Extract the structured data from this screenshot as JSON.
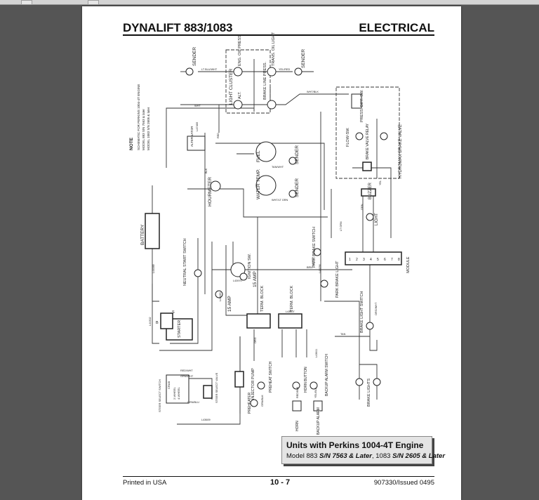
{
  "viewer": {
    "background_color": "#555555",
    "toolbar_color": "#d4d4d4"
  },
  "page": {
    "header": {
      "title": "DYNALIFT 883/1083",
      "section": "ELECTRICAL"
    },
    "schematic": {
      "note_label": "NOTE",
      "note_lines": [
        "SCHEMATIC FOR PERKINS 1004-4T ENGINE",
        "MODEL 883 S/N 7563 & later",
        "MODEL 1083 S/N 2605 & later"
      ],
      "components": {
        "light_cluster": "LIGHT CLUSTER",
        "eng_oil_press": "ENG. OIL PRESS.",
        "trans_oil_light": "TRANS. OIL LIGHT",
        "alt": "ALT.",
        "brake_line_press": "BRAKE LINE PRESS.",
        "sender_1": "SENDER",
        "sender_2": "SENDER",
        "sender_3": "SENDER",
        "sender_4": "SENDER",
        "press_diff_sw": "PRESS. DIFF. SW.",
        "flow_sw": "FLOW-SW.",
        "brake_valve_relay": "BRAKE VALVE RELAY",
        "hydromax_brake_valve": "HYDROMAX BRAKE VALVE",
        "alternator": "ALTERNATOR",
        "alternator_part": "L47405",
        "fuel": "FUEL",
        "water_temp": "WATER TEMP.",
        "hourmeter": "HOURMETER",
        "buzzer": "BUZZER",
        "light": "LIGHT",
        "battery": "BATTERY",
        "neutral_start_switch": "NEUTRAL START SWITCH",
        "ignition_sw": "IGNITION SW.",
        "fuse_1": "15 AMP",
        "fuse_2": "15 AMP",
        "park_brake_switch": "PARK BRAKE SWITCH",
        "module": "MODULE",
        "module_pins": [
          "1",
          "2",
          "3",
          "4",
          "5",
          "6",
          "7",
          "8"
        ],
        "term_block_1": "TERM. BLOCK",
        "term_block_2": "TERM. BLOCK",
        "park_brake_light": "PARK BRAKE LIGHT",
        "brake_light_switch": "BRAKE LIGHT SWITCH",
        "starter": "STARTER",
        "starter_terminals": [
          "S",
          "B"
        ],
        "injector_pump": "INJECTOR PUMP",
        "preheat_switch": "PREHEAT SWITCH",
        "preheater": "PREHEATER",
        "horn_button": "HORN BUTTON",
        "backup_alarm_switch": "BACKUP ALARM SWITCH",
        "horn": "HORN",
        "backup_alarm": "BACKUP ALARM",
        "brake_lights": "BRAKE LIGHTS",
        "steer_select_switch": "STEER SELECT SWITCH",
        "steer_select_valve": "STEER SELECT VALVE",
        "steer_modes": [
          "CRAB",
          "2-WHEEL",
          "4-WHEEL"
        ]
      },
      "wires": {
        "lt_blu": "LT BLU/WHT",
        "yel_red": "YEL/RED",
        "wht_blk": "WHT/BLK",
        "red": "RED",
        "blk": "BLK",
        "tan_wht": "TAN/WHT",
        "wht_lt_grn": "WHT/LT GRN",
        "wht": "WHT",
        "yel": "YEL",
        "grn": "GRN",
        "lt_grn": "LT GRN",
        "org": "ORG",
        "org_wht": "ORG/WHT",
        "grn_blk": "GRN/BLK",
        "red_blk": "RED/BLK",
        "yel_blk": "YEL/BLK",
        "grn_wht": "GRN/WHT",
        "tan": "TAN",
        "brn": "BRN",
        "red_wht": "RED/WHT",
        "grn_blu": "GRN/BLU",
        "l43020": "L43020",
        "l44069": "L44069",
        "l44302": "L44302",
        "l43607": "L43607",
        "l43609": "L43609",
        "l43611": "L43611",
        "l43970": "L43970",
        "l44970": "L44970",
        "l45056": "L45056"
      }
    },
    "note_box": {
      "title": "Units with Perkins 1004-4T Engine",
      "line_prefix_1": "Model 883 ",
      "sn_1": "S/N 7563 & Later",
      "line_mid": ", 1083 ",
      "sn_2": "S/N 2605 & Later"
    },
    "footer": {
      "left": "Printed in USA",
      "center": "10 - 7",
      "right": "907330/Issued 0495"
    }
  }
}
